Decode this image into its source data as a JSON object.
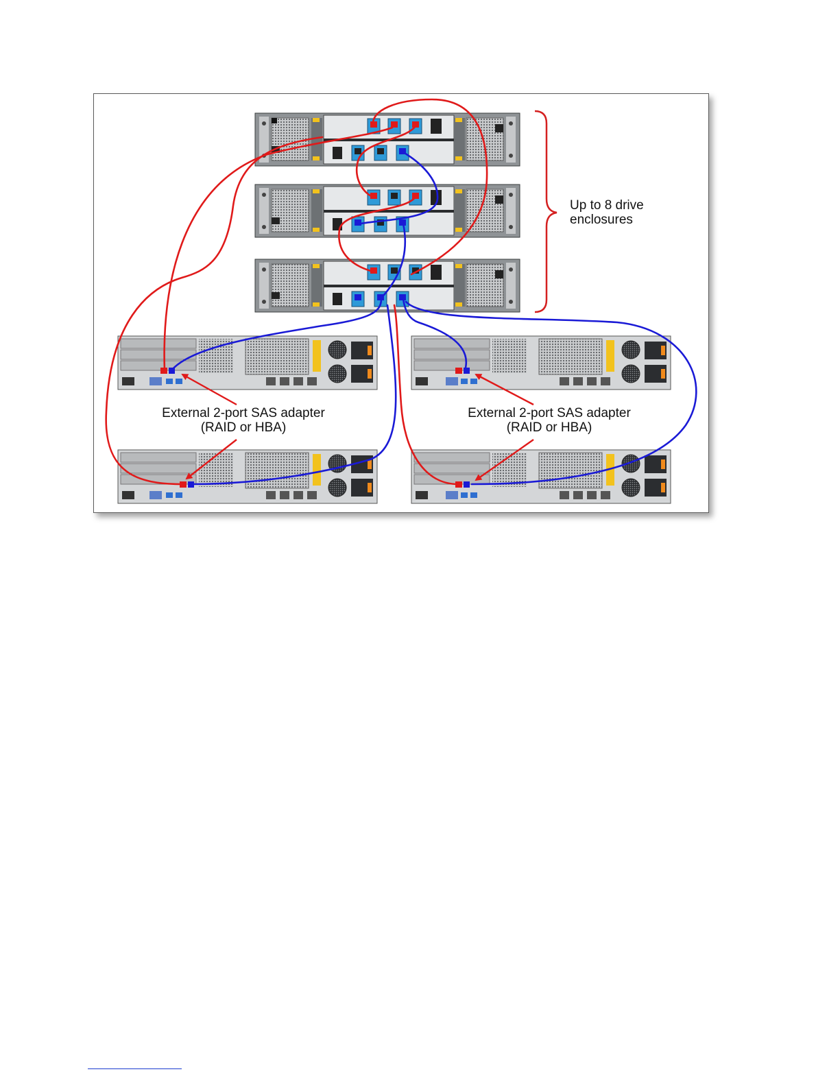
{
  "labels": {
    "enclosures_line1": "Up to 8 drive",
    "enclosures_line2": "enclosures",
    "adapter_left_line1": "External 2-port SAS adapter",
    "adapter_left_line2": "(RAID or HBA)",
    "adapter_right_line1": "External 2-port SAS adapter",
    "adapter_right_line2": "(RAID or HBA)"
  },
  "colors": {
    "cable_red": "#e01a1a",
    "cable_blue": "#1a1ad6",
    "brace": "#d42020",
    "frame_border": "#5a5a5a",
    "enclosure_body": "#8f9396",
    "port_cyan": "#2f9ad8",
    "bezel_yellow": "#f2c21d",
    "psu_orange": "#f08a1c",
    "footer_rule": "#1a3ccf"
  },
  "enclosures": [
    {
      "name": "drive-enclosure-1"
    },
    {
      "name": "drive-enclosure-2"
    },
    {
      "name": "drive-enclosure-3"
    }
  ],
  "servers": [
    {
      "name": "server-top-left"
    },
    {
      "name": "server-top-right"
    },
    {
      "name": "server-bottom-left"
    },
    {
      "name": "server-bottom-right"
    }
  ]
}
